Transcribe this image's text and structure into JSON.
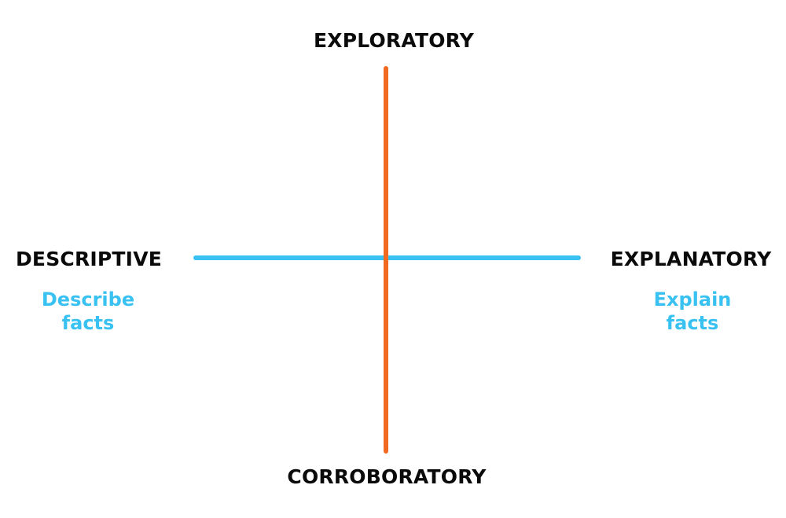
{
  "axes": {
    "vertical": {
      "top_label": "EXPLORATORY",
      "bottom_label": "CORROBORATORY",
      "color": "#F26A21"
    },
    "horizontal": {
      "left_label": "DESCRIPTIVE",
      "right_label": "EXPLANATORY",
      "color": "#38C1F1"
    }
  },
  "descriptions": {
    "left": {
      "line1": "Describe",
      "line2": "facts"
    },
    "right": {
      "line1": "Explain",
      "line2": "facts"
    },
    "color": "#38C1F1"
  }
}
